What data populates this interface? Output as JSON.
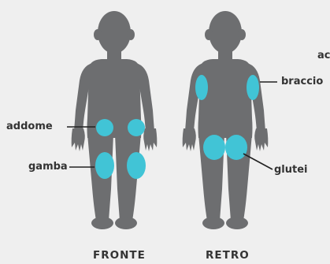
{
  "colors": {
    "background": "#efefef",
    "silhouette": "#6d6e70",
    "injection_site": "#41c4d6",
    "text": "#333333",
    "leader_line": "#222222"
  },
  "front": {
    "caption": "FRONTE",
    "labels": {
      "abdomen": "addome",
      "leg": "gamba"
    }
  },
  "back": {
    "caption": "RETRO",
    "labels": {
      "arm": "braccio",
      "buttocks": "glutei",
      "partial_right_edge": "ac"
    }
  }
}
